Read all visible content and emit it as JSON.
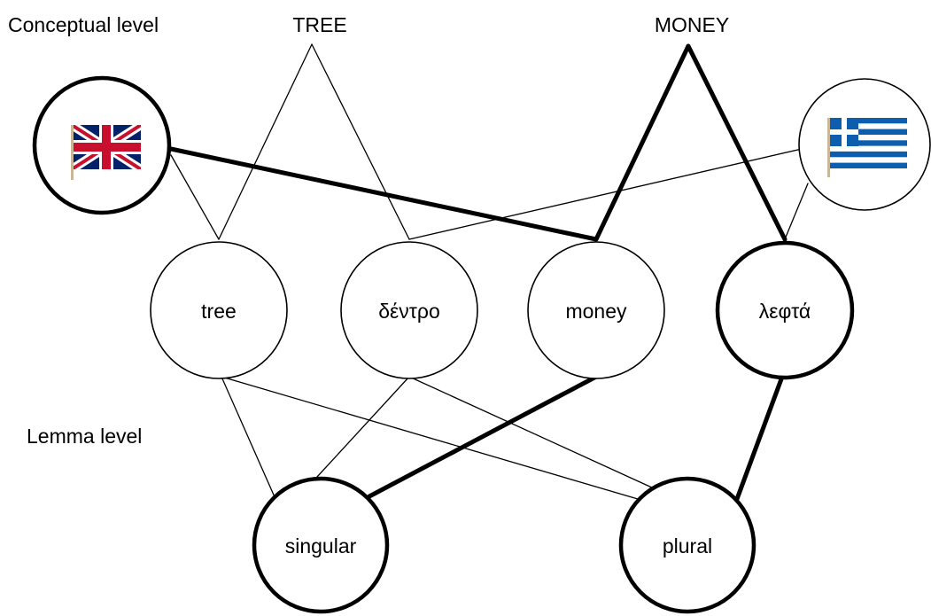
{
  "level_labels": {
    "conceptual": "Conceptual level",
    "lemma": "Lemma level"
  },
  "concepts": {
    "tree": "TREE",
    "money": "MONEY"
  },
  "language_nodes": {
    "english": {
      "icon": "uk-flag-icon",
      "colors": {
        "blue": "#012169",
        "red": "#C8102E",
        "white": "#FFFFFF"
      }
    },
    "greek": {
      "icon": "greek-flag-icon",
      "colors": {
        "blue": "#0D5EAF",
        "white": "#FFFFFF"
      }
    }
  },
  "lemmas": {
    "tree": "tree",
    "dentro": "δέντρο",
    "money": "money",
    "lefta": "λεφτά"
  },
  "grammatical_features": {
    "singular": "singular",
    "plural": "plural"
  }
}
